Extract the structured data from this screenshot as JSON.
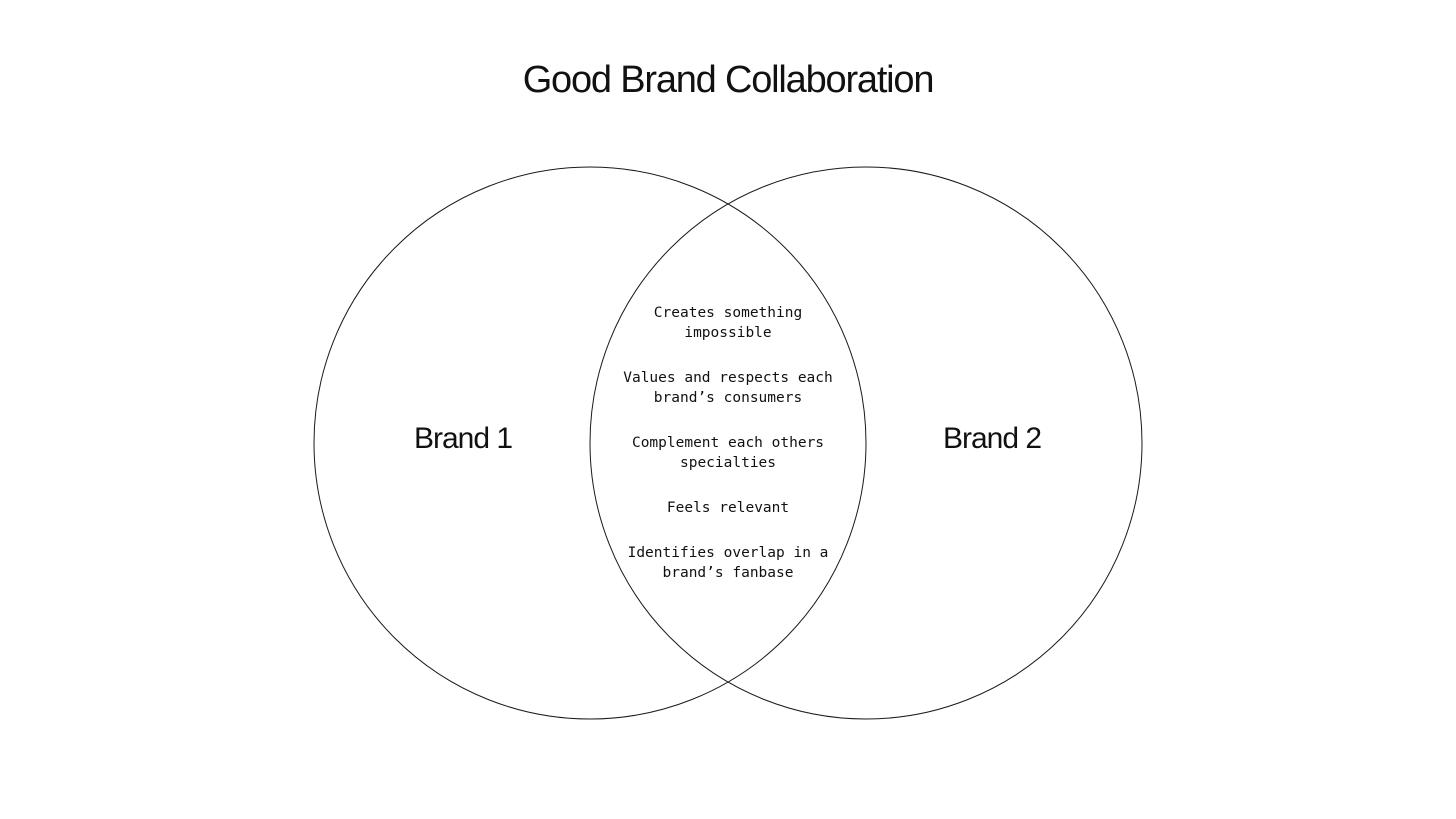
{
  "title": "Good Brand Collaboration",
  "circles": [
    {
      "label": "Brand 1"
    },
    {
      "label": "Brand 2"
    }
  ],
  "overlap_items": [
    "Creates something\nimpossible",
    "Values and respects each\nbrand’s consumers",
    "Complement each others\nspecialties",
    "Feels relevant",
    "Identifies overlap in a\nbrand’s fanbase"
  ],
  "colors": {
    "stroke": "#1a1a1a",
    "text": "#111111",
    "background": "#ffffff"
  }
}
